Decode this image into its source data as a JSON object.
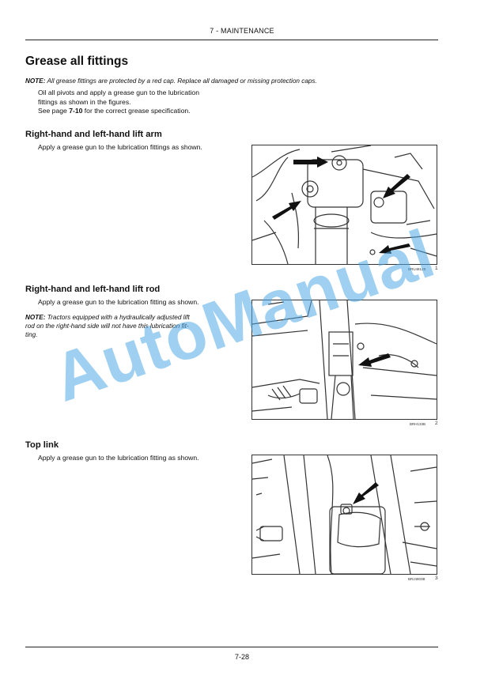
{
  "header": {
    "section": "7 - MAINTENANCE"
  },
  "title": "Grease all fittings",
  "note1": {
    "label": "NOTE:",
    "text": "All grease fittings are protected by a red cap. Replace all damaged or missing protection caps."
  },
  "intro": {
    "line1": "Oil all pivots and apply a grease gun to the lubrication",
    "line2": "fittings as shown in the figures.",
    "line3_pre": "See page ",
    "line3_ref": "7-10",
    "line3_post": " for the correct grease specification."
  },
  "sections": [
    {
      "heading": "Right-hand and left-hand lift arm",
      "text": "Apply a grease gun to the lubrication fittings as shown.",
      "figure": {
        "code": "BRU4812B",
        "number": "1"
      }
    },
    {
      "heading": "Right-hand and left-hand lift rod",
      "text": "Apply a grease gun to the lubrication fitting as shown.",
      "note_label": "NOTE:",
      "note_lines": [
        "Tractors equipped with a hydraulically adjusted lift",
        "rod on the right-hand side will not have this lubrication fit-",
        "ting."
      ],
      "figure": {
        "code": "BRH133B",
        "number": "2"
      }
    },
    {
      "heading": "Top link",
      "text": "Apply a grease gun to the lubrication fitting as shown.",
      "figure": {
        "code": "BRJ4803B",
        "number": "3"
      }
    }
  ],
  "footer": {
    "page": "7-28"
  },
  "watermark": "AutoManual"
}
